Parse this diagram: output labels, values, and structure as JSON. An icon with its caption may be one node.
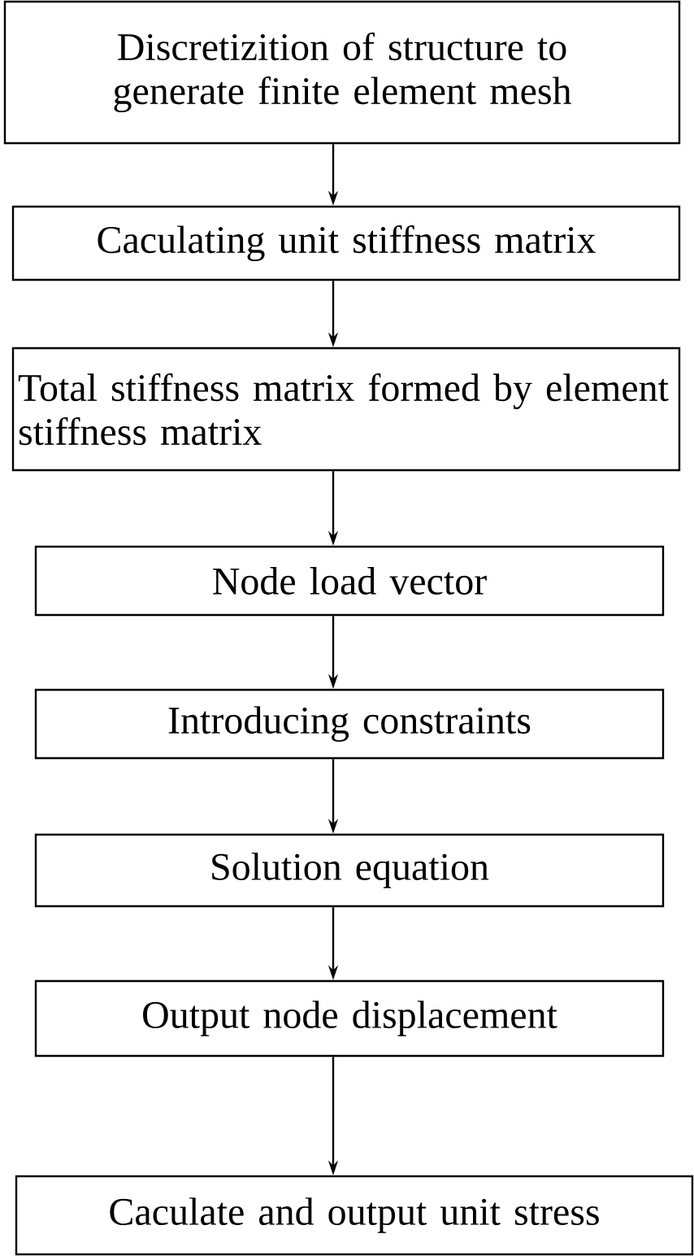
{
  "diagram": {
    "nodes": [
      {
        "text": [
          "Discretizition of structure to generate finite element mesh"
        ]
      },
      {
        "text": [
          "Caculating unit stiffness matrix"
        ]
      },
      {
        "text": [
          "Total stiffness matrix formed by element stiffness matrix"
        ]
      },
      {
        "text": [
          "Node load vector"
        ]
      },
      {
        "text": [
          "Introducing constraints"
        ]
      },
      {
        "text": [
          "Solution equation"
        ]
      },
      {
        "text": [
          "Output node displacement"
        ]
      },
      {
        "text": [
          "Caculate and output unit stress"
        ]
      }
    ],
    "edges": [
      {
        "from": 0,
        "to": 1,
        "arrow": "to"
      },
      {
        "from": 1,
        "to": 2,
        "arrow": "to"
      },
      {
        "from": 2,
        "to": 3,
        "arrow": "to"
      },
      {
        "from": 3,
        "to": 4,
        "arrow": "to"
      },
      {
        "from": 4,
        "to": 5,
        "arrow": "to"
      },
      {
        "from": 5,
        "to": 6,
        "arrow": "to"
      },
      {
        "from": 6,
        "to": 7,
        "arrow": "to"
      }
    ]
  }
}
